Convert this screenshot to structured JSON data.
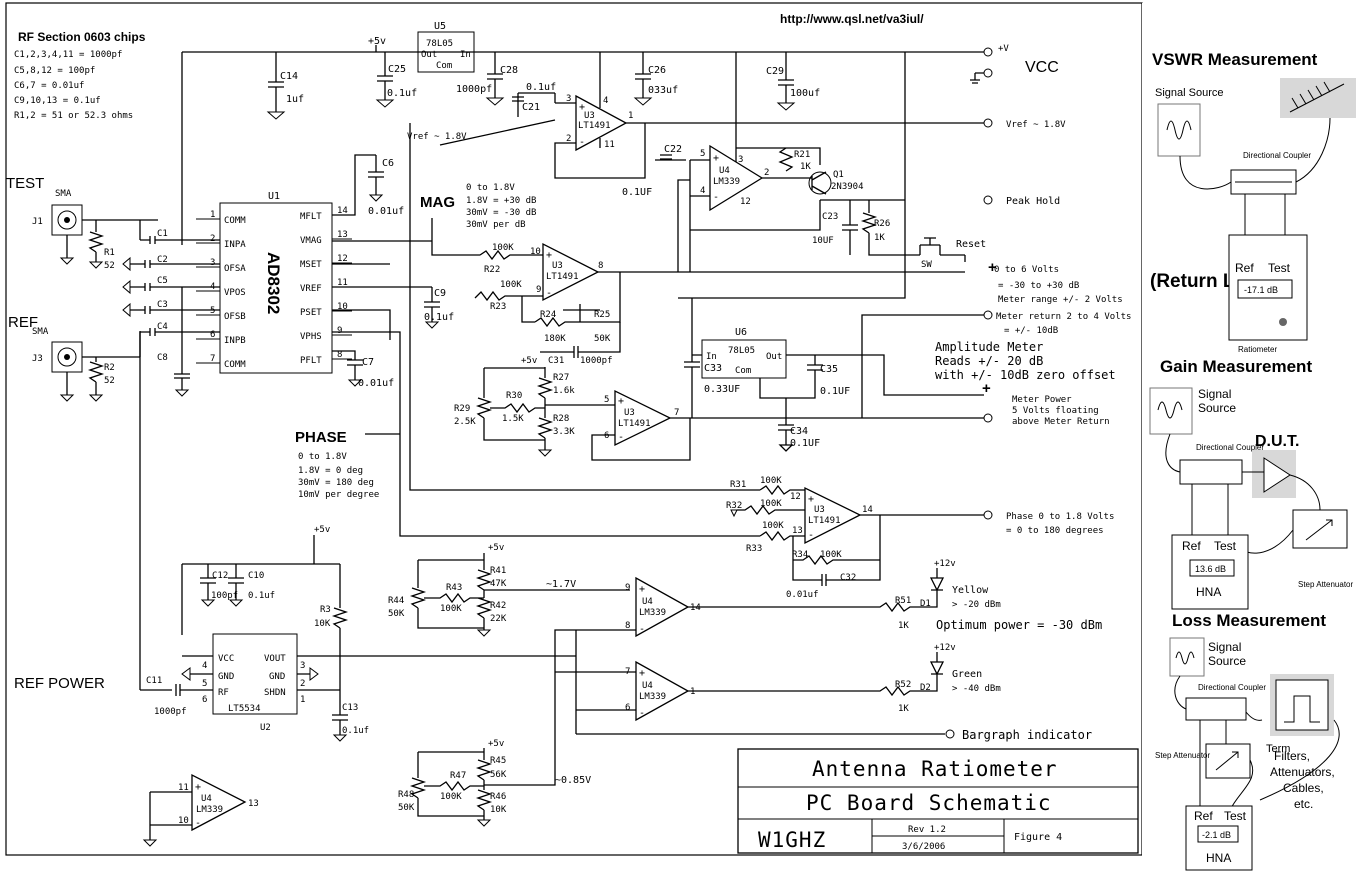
{
  "url": "http://www.qsl.net/va3iul/",
  "notes": {
    "title": "RF Section 0603 chips",
    "lines": [
      "C1,2,3,4,11 = 1000pf",
      "C5,8,12 = 100pf",
      "C6,7 = 0.01uf",
      "C9,10,13 = 0.1uf",
      "R1,2 = 51 or 52.3 ohms"
    ]
  },
  "inputs": {
    "test": "TEST",
    "ref": "REF",
    "sma": "SMA",
    "j1": "J1",
    "j3": "J3",
    "ref_power": "REF POWER"
  },
  "ic": {
    "u1": "U1",
    "ad8302": "AD8302",
    "u2": "U2",
    "lt5534": "LT5534",
    "u5": "U5",
    "u6": "U6",
    "reg": "78L05",
    "reg_out": "Out",
    "reg_in": "In",
    "reg_com": "Com",
    "u3": "U3",
    "u4": "U4",
    "lt1491": "LT1491",
    "lm339": "LM339",
    "q1": "Q1",
    "q1_type": "2N3904"
  },
  "u1_pins_left": [
    {
      "name": "COMM",
      "num": "1"
    },
    {
      "name": "INPA",
      "num": "2"
    },
    {
      "name": "OFSA",
      "num": "3"
    },
    {
      "name": "VPOS",
      "num": "4"
    },
    {
      "name": "OFSB",
      "num": "5"
    },
    {
      "name": "INPB",
      "num": "6"
    },
    {
      "name": "COMM",
      "num": "7"
    }
  ],
  "u1_pins_right": [
    {
      "name": "MFLT",
      "num": "14"
    },
    {
      "name": "VMAG",
      "num": "13"
    },
    {
      "name": "MSET",
      "num": "12"
    },
    {
      "name": "VREF",
      "num": "11"
    },
    {
      "name": "PSET",
      "num": "10"
    },
    {
      "name": "VPHS",
      "num": "9"
    },
    {
      "name": "PFLT",
      "num": "8"
    }
  ],
  "u2_pins": {
    "vcc": "VCC",
    "gnd": "GND",
    "rf": "RF",
    "vout": "VOUT",
    "gnd2": "GND",
    "shdn": "SHDN",
    "p4": "4",
    "p5": "5",
    "p6": "6",
    "p3": "3",
    "p2": "2",
    "p1": "1"
  },
  "labels": {
    "plus5": "+5v",
    "plus12": "+12v",
    "vcc_pin": "+V",
    "vcc": "VCC",
    "vref_note": "Vref ~ 1.8V",
    "vref_out": "Vref ~ 1.8V",
    "peak_hold": "Peak Hold",
    "reset": "Reset",
    "sw": "SW",
    "mag": "MAG",
    "mag_notes": [
      "0 to 1.8V",
      "1.8V = +30 dB",
      "30mV = -30 dB",
      "30mV per dB"
    ],
    "phase": "PHASE",
    "phase_notes": [
      "0 to 1.8V",
      "1.8V = 0 deg",
      "30mV = 180 deg",
      "10mV per degree"
    ],
    "volts_out": [
      "0 to 6 Volts",
      "= -30 to +30 dB",
      "Meter range +/- 2 Volts"
    ],
    "meter_return": [
      "Meter return 2 to 4 Volts",
      "= +/- 10dB"
    ],
    "amp_meter": [
      "Amplitude Meter",
      "Reads +/- 20 dB",
      "with +/- 10dB zero offset"
    ],
    "meter_power": [
      "Meter Power",
      "5 Volts floating",
      "above Meter Return"
    ],
    "phase_out": [
      "Phase 0 to 1.8 Volts",
      "= 0 to 180 degrees"
    ],
    "v17": "~1.7V",
    "v085": "~0.85V",
    "yellow": "Yellow",
    "yellow_note": "> -20 dBm",
    "green": "Green",
    "green_note": "> -40 dBm",
    "optimum": "Optimum power = -30 dBm",
    "bargraph": "Bargraph indicator"
  },
  "parts": {
    "c14": "C14",
    "c14v": "1uf",
    "c25": "C25",
    "c25v": "0.1uf",
    "c28": "C28",
    "c28v": "1000pf",
    "c26": "C26",
    "c26v": "033uf",
    "c29": "C29",
    "c29v": "100uf",
    "c21": "C21",
    "c21v": "0.1uf",
    "c6": "C6",
    "c6v": "0.01uf",
    "c22": "C22",
    "c22v": "0.1UF",
    "c23": "C23",
    "c23v": "10UF",
    "r21": "R21",
    "r21v": "1K",
    "r26": "R26",
    "r26v": "1K",
    "c9": "C9",
    "c9v": "0.1uf",
    "c7": "C7",
    "c7v": "0.01uf",
    "c8": "C8",
    "c1": "C1",
    "c2": "C2",
    "c3": "C3",
    "c4": "C4",
    "c5": "C5",
    "r1": "R1",
    "r1v": "52",
    "r2": "R2",
    "r2v": "52",
    "r22": "R22",
    "r22v": "100K",
    "r23": "R23",
    "r23v": "100K",
    "r24": "R24",
    "r24v": "180K",
    "r25": "R25",
    "r25v": "50K",
    "c31": "C31",
    "c31v": "1000pf",
    "r27": "R27",
    "r27v": "1.6k",
    "r28": "R28",
    "r28v": "3.3K",
    "r29": "R29",
    "r29v": "2.5K",
    "r30": "R30",
    "r30v": "1.5K",
    "c33": "C33",
    "c33v": "0.33UF",
    "c35": "C35",
    "c35v": "0.1UF",
    "c34": "C34",
    "c34v": "0.1UF",
    "r31": "R31",
    "r31v": "100K",
    "r32": "R32",
    "r32v": "100K",
    "r33": "R33",
    "r33v": "100K",
    "r34": "R34",
    "r34v": "100K",
    "c32": "C32",
    "c32v": "0.01uf",
    "c12": "C12",
    "c12v": "100pf",
    "c10": "C10",
    "c10v": "0.1uf",
    "r3": "R3",
    "r3v": "10K",
    "c11": "C11",
    "c11v": "1000pf",
    "c13": "C13",
    "c13v": "0.1uf",
    "r41": "R41",
    "r41v": "47K",
    "r42": "R42",
    "r42v": "22K",
    "r43": "R43",
    "r43v": "100K",
    "r44": "R44",
    "r44v": "50K",
    "r45": "R45",
    "r45v": "56K",
    "r46": "R46",
    "r46v": "10K",
    "r47": "R47",
    "r47v": "100K",
    "r48": "R48",
    "r48v": "50K",
    "r51": "R51",
    "r51v": "1K",
    "r52": "R52",
    "r52v": "1K",
    "d1": "D1",
    "d2": "D2"
  },
  "pins": {
    "p1": "1",
    "p2": "2",
    "p3": "3",
    "p4": "4",
    "p5": "5",
    "p6": "6",
    "p7": "7",
    "p8": "8",
    "p9": "9",
    "p10": "10",
    "p11": "11",
    "p12": "12",
    "p13": "13",
    "p14": "14"
  },
  "title_block": {
    "line1": "Antenna Ratiometer",
    "line2": "PC Board Schematic",
    "author": "W1GHZ",
    "rev": "Rev 1.2",
    "date": "3/6/2006",
    "figure": "Figure 4"
  },
  "side": {
    "vswr": "VSWR Measurement",
    "signal_source": "Signal Source",
    "directional_coupler": "Directional Coupler",
    "return_loss": "(Return Loss)",
    "ref": "Ref",
    "test": "Test",
    "ratiometer_reading": "-17.1 dB",
    "ratiometer": "Ratiometer",
    "gain": "Gain Measurement",
    "signal": "Signal",
    "source": "Source",
    "dut": "D.U.T.",
    "hna_reading_gain": "13.6 dB",
    "hna": "HNA",
    "step_attenuator": "Step Attenuator",
    "loss": "Loss Measurement",
    "term": "Term",
    "filters": [
      "Filters,",
      "Attenuators,",
      "Cables,",
      "etc."
    ],
    "hna_reading_loss": "-2.1 dB"
  },
  "colors": {
    "box_fill": "#d8d8d8",
    "line": "#000000"
  }
}
